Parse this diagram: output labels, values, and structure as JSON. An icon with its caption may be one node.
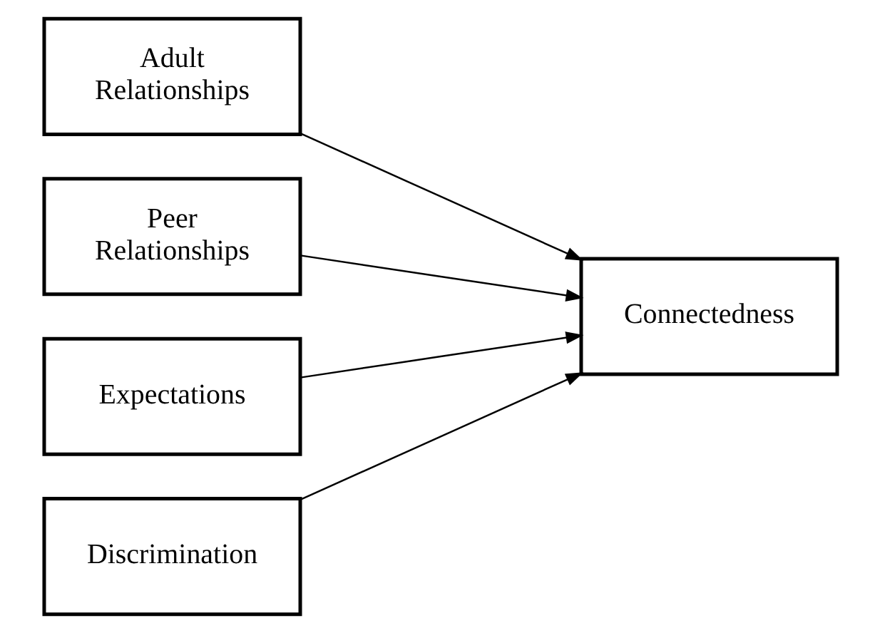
{
  "diagram": {
    "nodes": [
      {
        "text": [
          "Adult Relationships"
        ]
      },
      {
        "text": [
          "Peer Relationships"
        ]
      },
      {
        "text": [
          "Expectations"
        ]
      },
      {
        "text": [
          "Discrimination"
        ]
      },
      {
        "text": [
          "Connectedness"
        ]
      }
    ],
    "edges": [
      {
        "from": 0,
        "to": 4,
        "arrow": "to"
      },
      {
        "from": 1,
        "to": 4,
        "arrow": "to"
      },
      {
        "from": 2,
        "to": 4,
        "arrow": "to"
      },
      {
        "from": 3,
        "to": 4,
        "arrow": "to"
      }
    ]
  }
}
